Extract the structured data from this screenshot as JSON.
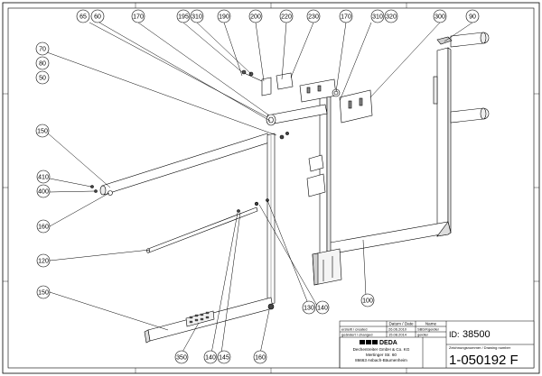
{
  "drawing": {
    "title_block": {
      "id_label": "ID:",
      "id_value": "38500",
      "date_header": "Datum / Date",
      "name_header": "Name",
      "created_label": "erstellt / created",
      "created_date": "26.06.2010",
      "created_name": "SBD/Kgeidler",
      "changed_label": "geändert / changed",
      "changed_date": "15.08.2014",
      "changed_name": "geidler",
      "company_logo": "DEDA",
      "company_name": "Dechentreiter GmbH & Co. KG",
      "company_street": "Mertinger Str. 60",
      "company_city": "86663 Asbach-Bäumenheim",
      "drawing_no_label": "Zeichnungsnummer / Drawing number",
      "drawing_no": "1-050192 F"
    },
    "callouts": [
      {
        "key": "c65",
        "label": "65"
      },
      {
        "key": "c60",
        "label": "60"
      },
      {
        "key": "c170a",
        "label": "170"
      },
      {
        "key": "c195",
        "label": "195"
      },
      {
        "key": "c310a",
        "label": "310"
      },
      {
        "key": "c190",
        "label": "190"
      },
      {
        "key": "c200",
        "label": "200"
      },
      {
        "key": "c220",
        "label": "220"
      },
      {
        "key": "c230",
        "label": "230"
      },
      {
        "key": "c170b",
        "label": "170"
      },
      {
        "key": "c310b",
        "label": "310"
      },
      {
        "key": "c320",
        "label": "320"
      },
      {
        "key": "c300",
        "label": "300"
      },
      {
        "key": "c90",
        "label": "90"
      },
      {
        "key": "c70",
        "label": "70"
      },
      {
        "key": "c80",
        "label": "80"
      },
      {
        "key": "c50",
        "label": "50"
      },
      {
        "key": "c150a",
        "label": "150"
      },
      {
        "key": "c410",
        "label": "410"
      },
      {
        "key": "c400",
        "label": "400"
      },
      {
        "key": "c160a",
        "label": "160"
      },
      {
        "key": "c120",
        "label": "120"
      },
      {
        "key": "c150b",
        "label": "150"
      },
      {
        "key": "c130",
        "label": "130"
      },
      {
        "key": "c140a",
        "label": "140"
      },
      {
        "key": "c100",
        "label": "100"
      },
      {
        "key": "c350",
        "label": "350"
      },
      {
        "key": "c140b",
        "label": "140"
      },
      {
        "key": "c145",
        "label": "145"
      },
      {
        "key": "c160b",
        "label": "160"
      }
    ]
  }
}
